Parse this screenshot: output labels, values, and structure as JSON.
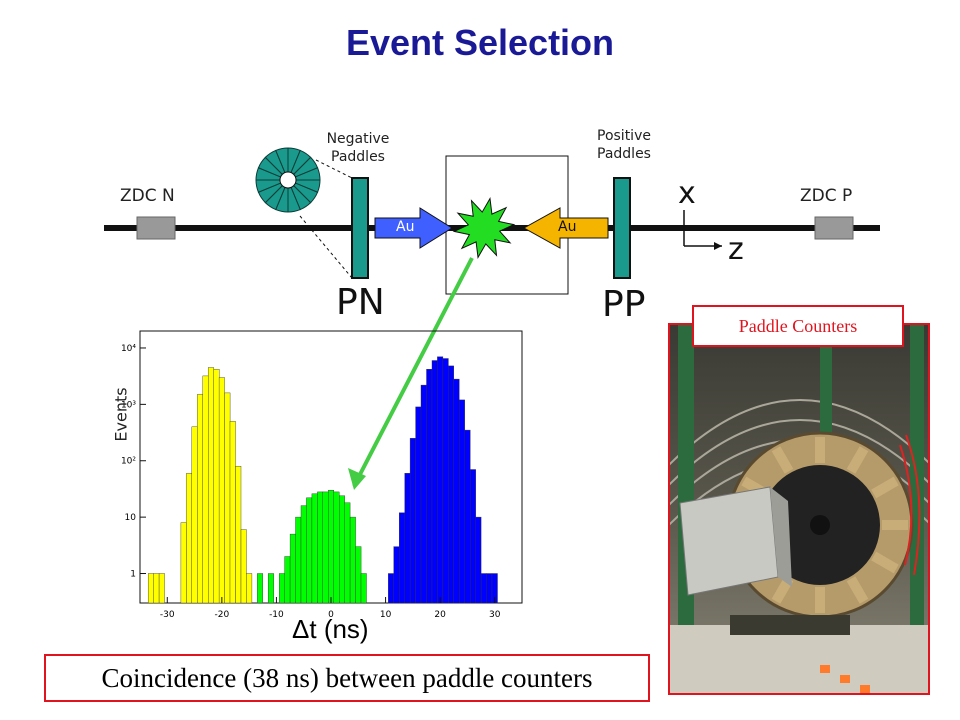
{
  "title": "Event Selection",
  "detector": {
    "zdc_n_label": "ZDC N",
    "zdc_p_label": "ZDC P",
    "negative_paddles_label_line1": "Negative",
    "negative_paddles_label_line2": "Paddles",
    "positive_paddles_label_line1": "Positive",
    "positive_paddles_label_line2": "Paddles",
    "pn_label": "PN",
    "pp_label": "PP",
    "beam_left_label": "Au",
    "beam_right_label": "Au",
    "axis_x_label": "x",
    "axis_z_label": "z"
  },
  "colors": {
    "title": "#1a1a96",
    "paddle": "#1a9a8c",
    "beam_left_arrow": "#3f5fff",
    "beam_right_arrow": "#f5b400",
    "collision": "#22dd22",
    "pointer_arrow": "#44cc44",
    "highlight_border": "#e0141e"
  },
  "histogram": {
    "y_axis_label": "Events",
    "x_axis_label": "Δt (ns)"
  },
  "chart_data": {
    "type": "bar",
    "title": "",
    "xlabel": "Δt (ns)",
    "ylabel": "Events",
    "y_scale": "log",
    "xlim": [
      -35,
      35
    ],
    "ylim": [
      0.3,
      20000
    ],
    "x_ticks": [
      -30,
      -20,
      -10,
      0,
      10,
      20,
      30
    ],
    "y_tick_labels": [
      "1",
      "10",
      "10²",
      "10³",
      "10⁴"
    ],
    "y_tick_values": [
      1,
      10,
      100,
      1000,
      10000
    ],
    "series": [
      {
        "color": "#ffff00",
        "x": [
          -33,
          -32,
          -31,
          -27,
          -26,
          -25,
          -24,
          -23,
          -22,
          -21,
          -20,
          -19,
          -18,
          -17,
          -16,
          -15
        ],
        "values": [
          1,
          1,
          1,
          8,
          60,
          400,
          1500,
          3200,
          4500,
          4200,
          3000,
          1600,
          500,
          80,
          6,
          1
        ]
      },
      {
        "color": "#00ff00",
        "x": [
          -13,
          -11,
          -9,
          -8,
          -7,
          -6,
          -5,
          -4,
          -3,
          -2,
          -1,
          0,
          1,
          2,
          3,
          4,
          5,
          6
        ],
        "values": [
          1,
          1,
          1,
          2,
          5,
          10,
          16,
          22,
          26,
          28,
          28,
          30,
          28,
          24,
          18,
          10,
          3,
          1
        ]
      },
      {
        "color": "#0000ff",
        "x": [
          11,
          12,
          13,
          14,
          15,
          16,
          17,
          18,
          19,
          20,
          21,
          22,
          23,
          24,
          25,
          26,
          27,
          28,
          29,
          30
        ],
        "values": [
          1,
          3,
          12,
          60,
          250,
          900,
          2200,
          4200,
          6000,
          7000,
          6500,
          4800,
          2800,
          1200,
          350,
          70,
          10,
          1,
          1,
          1
        ]
      }
    ]
  },
  "caption": "Coincidence (38 ns) between paddle counters",
  "photo": {
    "label": "Paddle Counters"
  }
}
